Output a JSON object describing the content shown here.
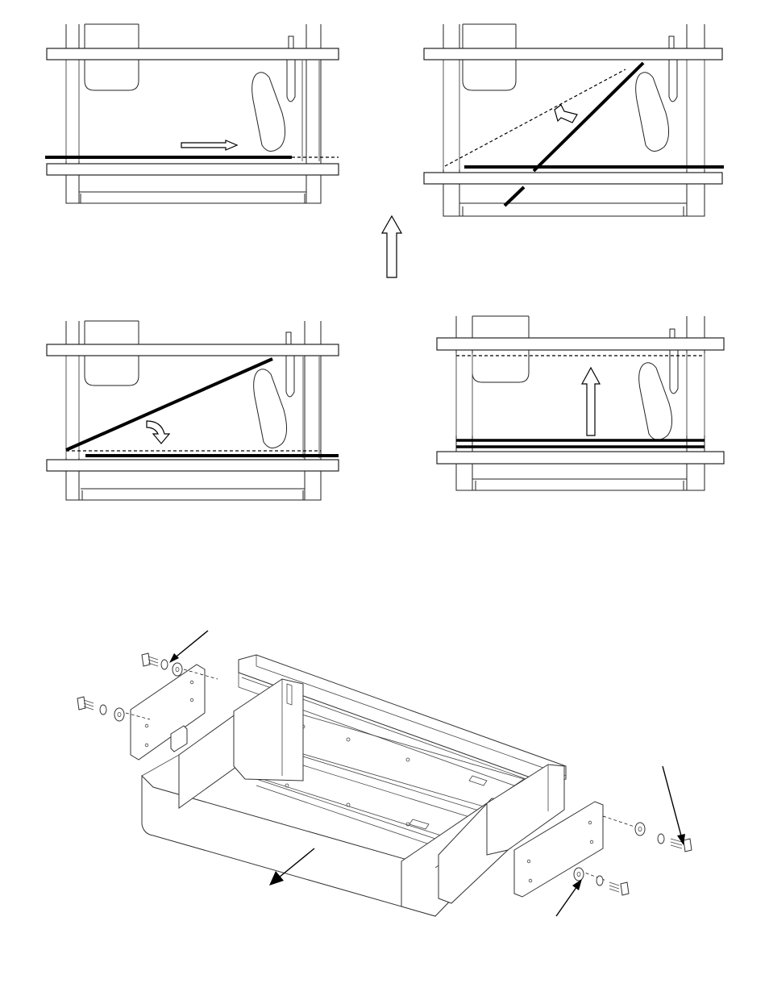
{
  "figure": {
    "panels": [
      {
        "id": "panel-1",
        "motion": "slide-right"
      },
      {
        "id": "panel-2",
        "motion": "tilt-up"
      },
      {
        "id": "panel-3",
        "motion": "rotate-down"
      },
      {
        "id": "panel-4",
        "motion": "lift-up"
      }
    ],
    "sequence_arrow": "up-arrow",
    "exploded_view": {
      "part": "chassis-frame",
      "hardware": [
        "screw",
        "lock-washer",
        "flat-washer"
      ],
      "callout_arrows": 3,
      "direction_arrow": "front-arrow"
    }
  }
}
